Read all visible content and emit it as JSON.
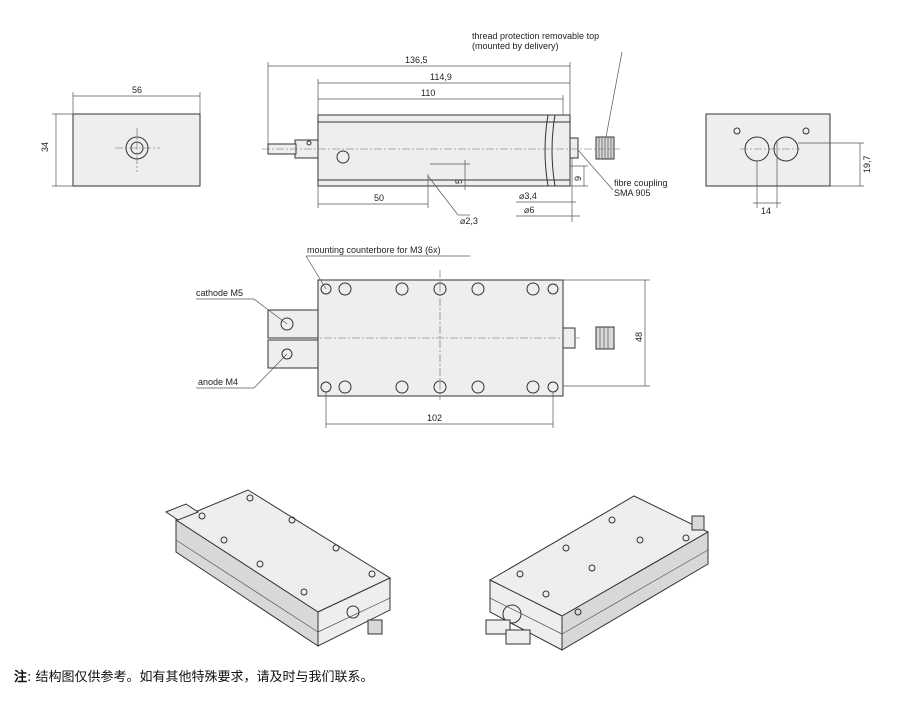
{
  "dimensions": {
    "end_width": "56",
    "end_height": "34",
    "overall_length": "136,5",
    "body_length_a": "114,9",
    "body_length_b": "110",
    "offset_50": "50",
    "offset_5": "5",
    "hole_23": "⌀2,3",
    "dia_34": "⌀3,4",
    "dia_6": "⌀6",
    "height_9": "9",
    "right_width": "14",
    "right_height": "19,7",
    "plan_width": "48",
    "plan_length": "102"
  },
  "callouts": {
    "thread_top_1": "thread protection removable top",
    "thread_top_2": "(mounted by delivery)",
    "fibre_1": "fibre coupling",
    "fibre_2": "SMA 905",
    "counterbore": "mounting counterbore for M3 (6x)",
    "cathode": "cathode M5",
    "anode": "anode M4"
  },
  "note": {
    "label": "注",
    "text": ": 结构图仅供参考。如有其他特殊要求，请及时与我们联系。"
  }
}
